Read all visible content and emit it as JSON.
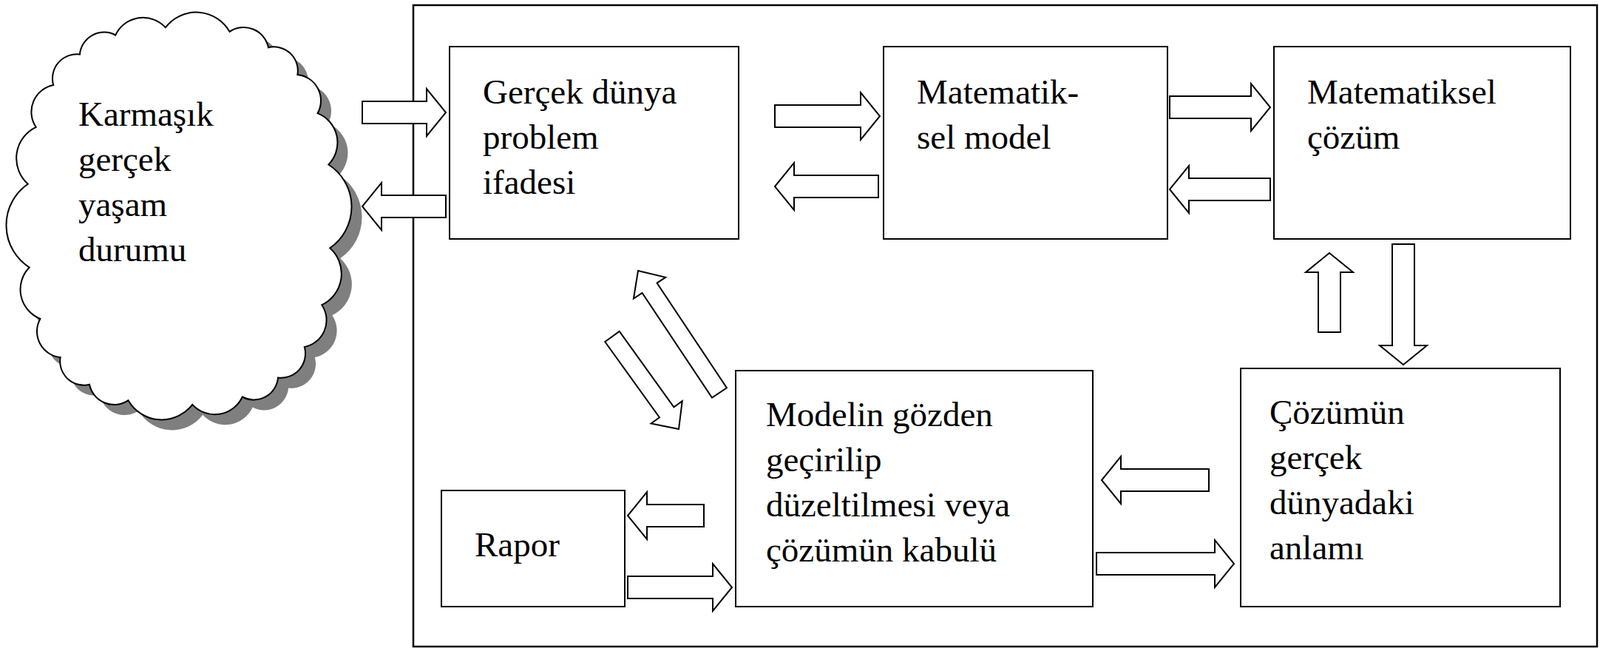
{
  "diagram": {
    "nodes": [
      {
        "text": [
          "Karmaşık gerçek yaşam durumu"
        ]
      },
      {
        "text": [
          "Gerçek dünya problem ifadesi"
        ]
      },
      {
        "text": [
          "Matematik- sel model"
        ]
      },
      {
        "text": [
          "Matematiksel çözüm"
        ]
      },
      {
        "text": [
          "Rapor"
        ]
      },
      {
        "text": [
          "Modelin gözden geçirilip düzeltilmesi veya çözümün kabulü"
        ]
      },
      {
        "text": [
          "Çözümün gerçek dünyadaki anlamı"
        ]
      }
    ],
    "edges": [
      {
        "from": 0,
        "to": 1,
        "arrow": "to"
      },
      {
        "from": 1,
        "to": 0,
        "arrow": "to"
      },
      {
        "from": 1,
        "to": 2,
        "arrow": "to"
      },
      {
        "from": 2,
        "to": 1,
        "arrow": "to"
      },
      {
        "from": 2,
        "to": 3,
        "arrow": "to"
      },
      {
        "from": 3,
        "to": 2,
        "arrow": "to"
      },
      {
        "from": 3,
        "to": 6,
        "arrow": "to"
      },
      {
        "from": 6,
        "to": 3,
        "arrow": "to"
      },
      {
        "from": 6,
        "to": 5,
        "arrow": "to"
      },
      {
        "from": 5,
        "to": 6,
        "arrow": "to"
      },
      {
        "from": 5,
        "to": 4,
        "arrow": "to"
      },
      {
        "from": 4,
        "to": 5,
        "arrow": "to"
      },
      {
        "from": 5,
        "to": 1,
        "arrow": "to"
      },
      {
        "from": 1,
        "to": 5,
        "arrow": "to"
      }
    ]
  }
}
